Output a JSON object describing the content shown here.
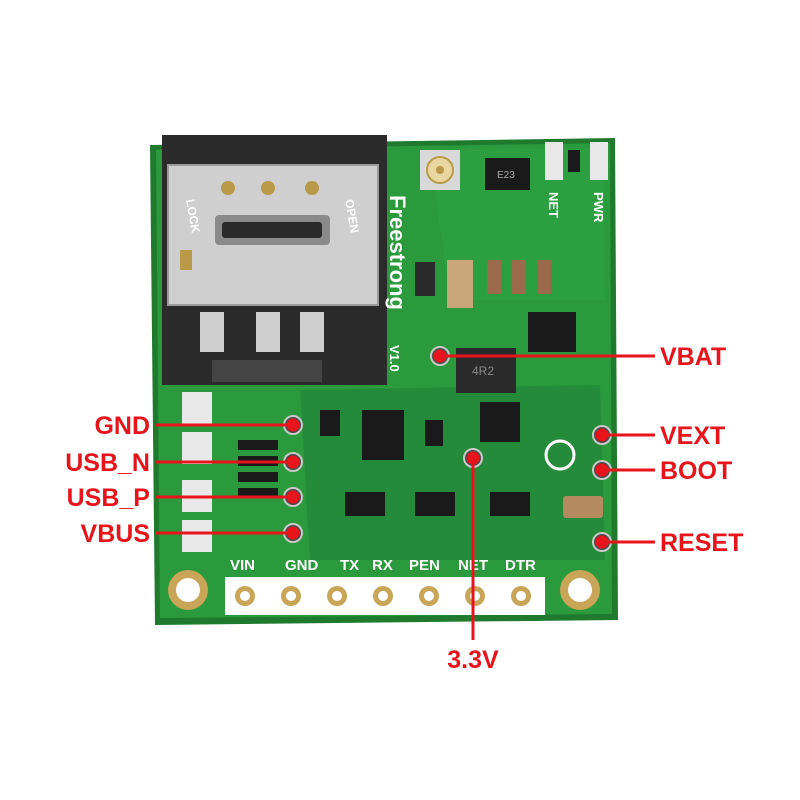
{
  "colors": {
    "label": "#e8141b",
    "pcb": "#2a9a3c",
    "pcb_dark": "#1f7a2e",
    "silkscreen": "#ffffff",
    "metal": "#c9c9c9",
    "chip": "#1a1a1a"
  },
  "board": {
    "brand": "Freestrong",
    "version": "V1.0",
    "net_led": "NET",
    "pwr_led": "PWR",
    "chip_mark": "4R2",
    "reg_mark": "E23",
    "sim_lock": "LOCK",
    "sim_open": "OPEN",
    "header_pins": [
      "VIN",
      "GND",
      "TX",
      "RX",
      "PEN",
      "NET",
      "DTR"
    ]
  },
  "labels": {
    "left": [
      "GND",
      "USB_N",
      "USB_P",
      "VBUS"
    ],
    "right": [
      "VBAT",
      "VEXT",
      "BOOT",
      "RESET"
    ],
    "bottom": "3.3V"
  }
}
